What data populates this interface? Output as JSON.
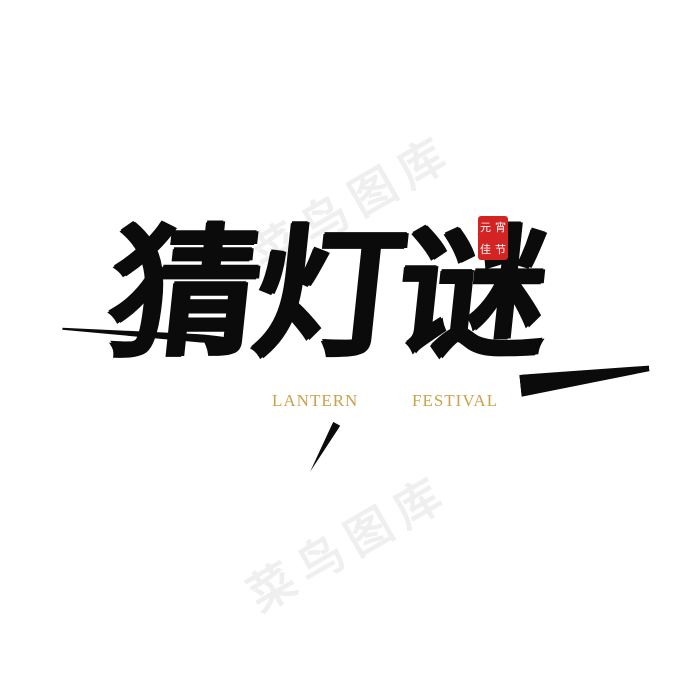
{
  "title": "猜灯谜",
  "subtitle_left": "LANTERN",
  "subtitle_right": "FESTIVAL",
  "seal_chars": [
    "元",
    "宵",
    "佳",
    "节"
  ],
  "watermark": "菜鸟图库",
  "colors": {
    "ink": "#0b0b0b",
    "gold": "#c9a24a",
    "seal_red": "#d42323",
    "background": "#ffffff"
  }
}
